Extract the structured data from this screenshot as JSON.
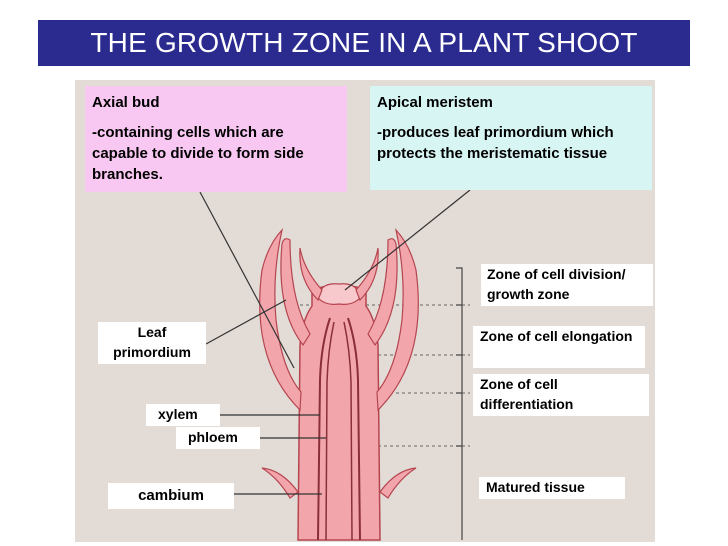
{
  "title": "THE GROWTH ZONE IN A PLANT SHOOT",
  "axial_bud": {
    "heading": "Axial bud",
    "description": "-containing cells which are capable to divide to form side branches."
  },
  "apical_meristem": {
    "heading": "Apical meristem",
    "description": "-produces leaf primordium which protects the meristematic tissue"
  },
  "labels": {
    "leaf_primordium": "Leaf primordium",
    "zone_cell_division": "Zone of cell division/ growth zone",
    "zone_elongation": "Zone of cell elongation",
    "zone_differentiation": "Zone of  cell differentiation",
    "xylem": "xylem",
    "phloem": "phloem",
    "cambium": "cambium",
    "matured_tissue": "Matured tissue"
  },
  "colors": {
    "title_bg": "#2a2a8f",
    "axial_box": "#f8c8f2",
    "apical_box": "#d6f5f3",
    "tissue": "#f2a6ac",
    "tissue_outline": "#b5454f"
  }
}
